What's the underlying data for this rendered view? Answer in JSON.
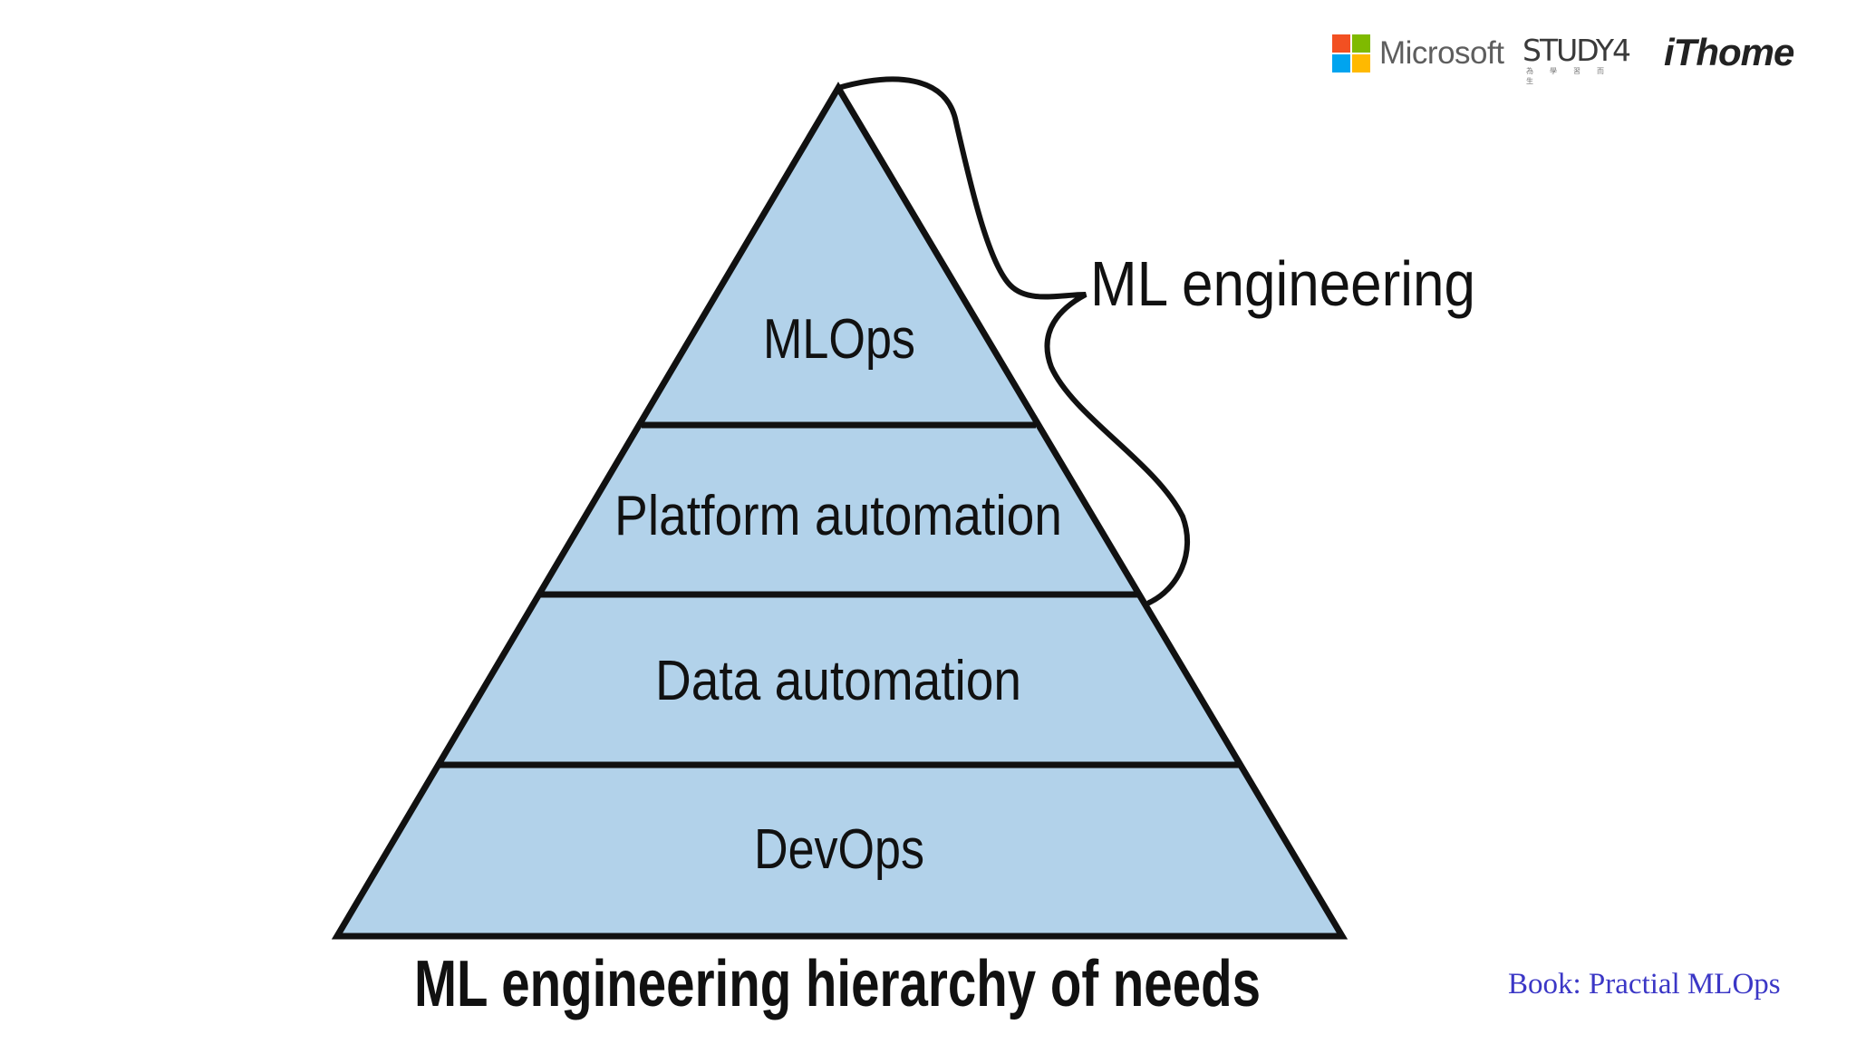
{
  "diagram": {
    "layers": [
      {
        "label": "MLOps"
      },
      {
        "label": "Platform automation"
      },
      {
        "label": "Data automation"
      },
      {
        "label": "DevOps"
      }
    ],
    "brace_label": "ML engineering",
    "caption": "ML engineering hierarchy of needs",
    "fill_color": "#b2d2ea",
    "stroke_color": "#111111"
  },
  "logos": {
    "microsoft": "Microsoft",
    "study4": "STUDY4",
    "study4_sub": "為學習而生",
    "ithome": "iThome",
    "microsoft_colors": [
      "#f25022",
      "#7fba00",
      "#00a4ef",
      "#ffb900"
    ]
  },
  "source_note": "Book: Practial MLOps"
}
